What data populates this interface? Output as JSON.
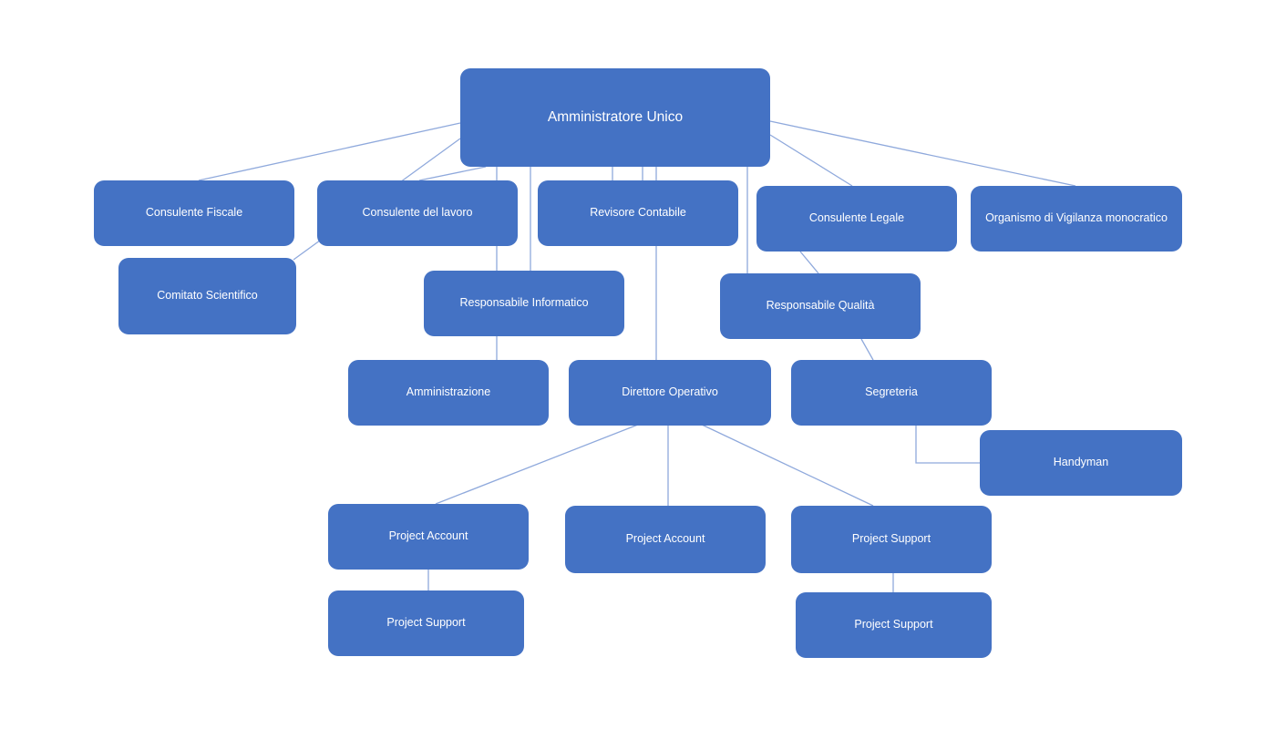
{
  "diagram": {
    "nodes": [
      {
        "id": "amministratore-unico",
        "label": "Amministratore Unico"
      },
      {
        "id": "consulente-fiscale",
        "label": "Consulente Fiscale"
      },
      {
        "id": "consulente-del-lavoro",
        "label": "Consulente del lavoro"
      },
      {
        "id": "revisore-contabile",
        "label": "Revisore Contabile"
      },
      {
        "id": "consulente-legale",
        "label": "Consulente Legale"
      },
      {
        "id": "organismo-di-vigilanza",
        "label": "Organismo di Vigilanza monocratico"
      },
      {
        "id": "comitato-scientifico",
        "label": "Comitato Scientifico"
      },
      {
        "id": "responsabile-informatico",
        "label": "Responsabile Informatico"
      },
      {
        "id": "responsabile-qualita",
        "label": "Responsabile Qualità"
      },
      {
        "id": "amministrazione",
        "label": "Amministrazione"
      },
      {
        "id": "direttore-operativo",
        "label": "Direttore Operativo"
      },
      {
        "id": "segreteria",
        "label": "Segreteria"
      },
      {
        "id": "handyman",
        "label": "Handyman"
      },
      {
        "id": "project-account-1",
        "label": "Project Account"
      },
      {
        "id": "project-account-2",
        "label": "Project Account"
      },
      {
        "id": "project-support-1",
        "label": "Project Support"
      },
      {
        "id": "project-support-2",
        "label": "Project Support"
      },
      {
        "id": "project-support-3",
        "label": "Project Support"
      }
    ],
    "edges": [
      {
        "from": "amministratore-unico",
        "to": "consulente-fiscale"
      },
      {
        "from": "amministratore-unico",
        "to": "comitato-scientifico"
      },
      {
        "from": "amministratore-unico",
        "to": "consulente-del-lavoro"
      },
      {
        "from": "amministratore-unico",
        "to": "responsabile-informatico"
      },
      {
        "from": "consulente-del-lavoro",
        "to": "responsabile-informatico"
      },
      {
        "from": "amministratore-unico",
        "to": "revisore-contabile"
      },
      {
        "from": "amministratore-unico",
        "to": "direttore-operativo"
      },
      {
        "from": "amministratore-unico",
        "to": "responsabile-qualita"
      },
      {
        "from": "amministratore-unico",
        "to": "consulente-legale"
      },
      {
        "from": "amministratore-unico",
        "to": "organismo-di-vigilanza"
      },
      {
        "from": "consulente-legale",
        "to": "responsabile-qualita"
      },
      {
        "from": "responsabile-qualita",
        "to": "segreteria"
      },
      {
        "from": "responsabile-informatico",
        "to": "amministrazione"
      },
      {
        "from": "direttore-operativo",
        "to": "project-account-1"
      },
      {
        "from": "direttore-operativo",
        "to": "project-account-2"
      },
      {
        "from": "direttore-operativo",
        "to": "project-support-1"
      },
      {
        "from": "project-account-1",
        "to": "project-support-2"
      },
      {
        "from": "project-support-1",
        "to": "project-support-3"
      },
      {
        "from": "segreteria",
        "to": "handyman"
      }
    ],
    "colors": {
      "node_fill": "#4472C4",
      "node_text": "#FFFFFF",
      "connector": "#8FA9DC",
      "background": "#FFFFFF"
    }
  }
}
